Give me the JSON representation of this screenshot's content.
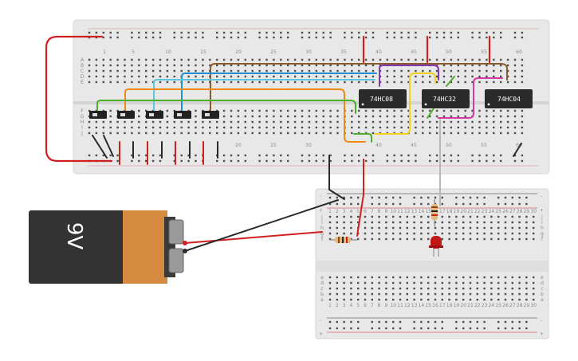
{
  "main_breadboard": {
    "column_numbers": [
      "1",
      "5",
      "10",
      "15",
      "20",
      "25",
      "30",
      "35",
      "40",
      "45",
      "50",
      "55",
      "60"
    ],
    "bottom_column_numbers": [
      "20",
      "25",
      "30",
      "40",
      "45",
      "50",
      "55",
      "60"
    ],
    "row_letters_top": [
      "A",
      "B",
      "C",
      "D",
      "E"
    ],
    "row_letters_bottom": [
      "F",
      "G",
      "H",
      "I",
      "J"
    ]
  },
  "chips": [
    {
      "label": "74HC08"
    },
    {
      "label": "74HC32"
    },
    {
      "label": "74HC04"
    }
  ],
  "switches": [
    {
      "name": "switch-1"
    },
    {
      "name": "switch-2"
    },
    {
      "name": "switch-3"
    },
    {
      "name": "switch-4"
    },
    {
      "name": "switch-5"
    }
  ],
  "battery": {
    "label": "9V"
  },
  "small_breadboard": {
    "rail_minus": "-",
    "rail_plus": "+",
    "row_letters_top": [
      "j",
      "i",
      "h",
      "g",
      "f"
    ],
    "row_letters_bottom": [
      "e",
      "d",
      "c",
      "b",
      "a"
    ],
    "column_numbers": [
      "1",
      "2",
      "3",
      "4",
      "5",
      "6",
      "7",
      "8",
      "9",
      "10",
      "11",
      "12",
      "13",
      "14",
      "15",
      "16",
      "17",
      "18",
      "19",
      "20",
      "21",
      "22",
      "23",
      "24",
      "25",
      "26",
      "27",
      "28",
      "29",
      "30"
    ]
  },
  "colors": {
    "wire_red": "#d11f1f",
    "wire_black": "#2a2a2a",
    "wire_green": "#4caf2a",
    "wire_orange": "#ef8a17",
    "wire_light_blue": "#5cc7de",
    "wire_blue": "#1f8fd6",
    "wire_brown": "#8b5a2b",
    "wire_purple": "#8a35b5",
    "wire_yellow": "#f2cf1a",
    "wire_magenta": "#d33aa6",
    "wire_gray": "#b7b7b7",
    "chip": "#2b2b2b",
    "breadboard": "#e6e6e6",
    "battery_body": "#333333",
    "battery_copper": "#d58a3f",
    "led": "#c11818"
  }
}
